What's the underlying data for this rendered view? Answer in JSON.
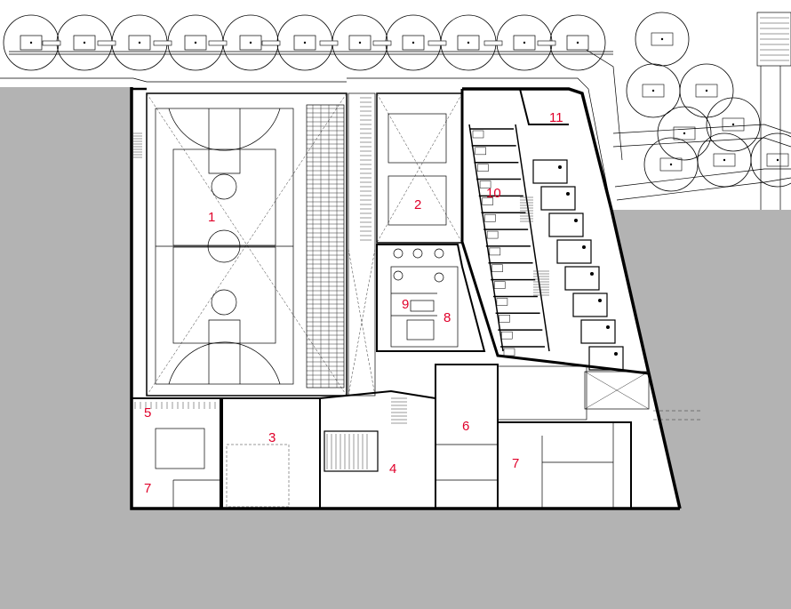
{
  "colors": {
    "ground": "#b3b3b3",
    "paper": "#ffffff",
    "line": "#000000",
    "label": "#e0002a"
  },
  "rooms": [
    {
      "id": "1",
      "label": "1"
    },
    {
      "id": "2",
      "label": "2"
    },
    {
      "id": "3",
      "label": "3"
    },
    {
      "id": "4",
      "label": "4"
    },
    {
      "id": "5",
      "label": "5"
    },
    {
      "id": "6",
      "label": "6"
    },
    {
      "id": "7a",
      "label": "7"
    },
    {
      "id": "7b",
      "label": "7"
    },
    {
      "id": "8",
      "label": "8"
    },
    {
      "id": "9",
      "label": "9"
    },
    {
      "id": "10",
      "label": "10"
    },
    {
      "id": "11",
      "label": "11"
    }
  ]
}
